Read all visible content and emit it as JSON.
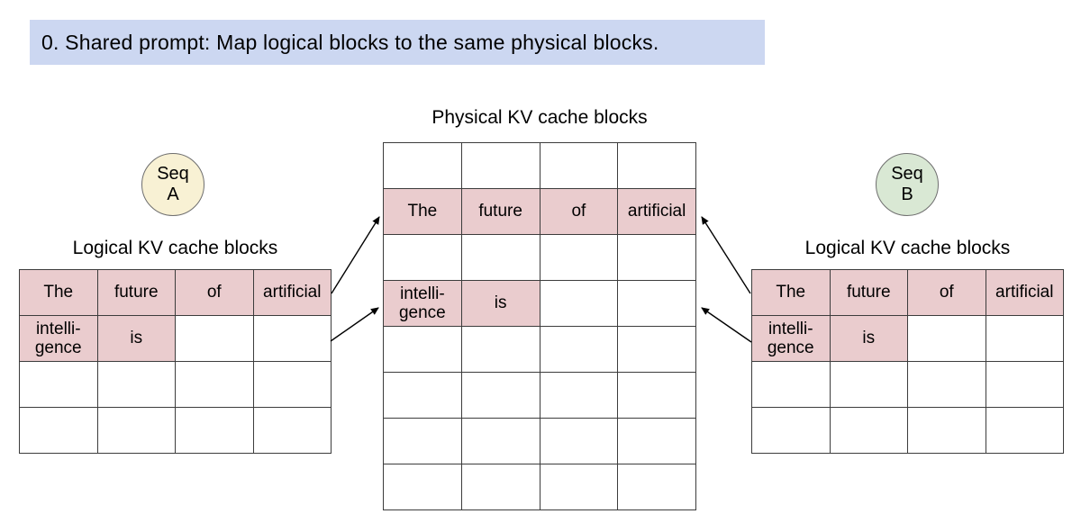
{
  "banner": {
    "text": "0. Shared prompt: Map logical blocks to the same physical blocks."
  },
  "seq_a": {
    "line1": "Seq",
    "line2": "A"
  },
  "seq_b": {
    "line1": "Seq",
    "line2": "B"
  },
  "left_logical": {
    "title": "Logical KV cache blocks",
    "cells": [
      [
        {
          "text": "The",
          "pink": true
        },
        {
          "text": "future",
          "pink": true
        },
        {
          "text": "of",
          "pink": true
        },
        {
          "text": "artificial",
          "pink": true
        }
      ],
      [
        {
          "text": "intelli-\ngence",
          "pink": true
        },
        {
          "text": "is",
          "pink": true
        },
        {
          "text": "",
          "pink": false
        },
        {
          "text": "",
          "pink": false
        }
      ],
      [
        {
          "text": "",
          "pink": false
        },
        {
          "text": "",
          "pink": false
        },
        {
          "text": "",
          "pink": false
        },
        {
          "text": "",
          "pink": false
        }
      ],
      [
        {
          "text": "",
          "pink": false
        },
        {
          "text": "",
          "pink": false
        },
        {
          "text": "",
          "pink": false
        },
        {
          "text": "",
          "pink": false
        }
      ]
    ]
  },
  "physical": {
    "title": "Physical KV cache blocks",
    "cells": [
      [
        {
          "text": "",
          "pink": false
        },
        {
          "text": "",
          "pink": false
        },
        {
          "text": "",
          "pink": false
        },
        {
          "text": "",
          "pink": false
        }
      ],
      [
        {
          "text": "The",
          "pink": true
        },
        {
          "text": "future",
          "pink": true
        },
        {
          "text": "of",
          "pink": true
        },
        {
          "text": "artificial",
          "pink": true
        }
      ],
      [
        {
          "text": "",
          "pink": false
        },
        {
          "text": "",
          "pink": false
        },
        {
          "text": "",
          "pink": false
        },
        {
          "text": "",
          "pink": false
        }
      ],
      [
        {
          "text": "intelli-\ngence",
          "pink": true
        },
        {
          "text": "is",
          "pink": true
        },
        {
          "text": "",
          "pink": false
        },
        {
          "text": "",
          "pink": false
        }
      ],
      [
        {
          "text": "",
          "pink": false
        },
        {
          "text": "",
          "pink": false
        },
        {
          "text": "",
          "pink": false
        },
        {
          "text": "",
          "pink": false
        }
      ],
      [
        {
          "text": "",
          "pink": false
        },
        {
          "text": "",
          "pink": false
        },
        {
          "text": "",
          "pink": false
        },
        {
          "text": "",
          "pink": false
        }
      ],
      [
        {
          "text": "",
          "pink": false
        },
        {
          "text": "",
          "pink": false
        },
        {
          "text": "",
          "pink": false
        },
        {
          "text": "",
          "pink": false
        }
      ],
      [
        {
          "text": "",
          "pink": false
        },
        {
          "text": "",
          "pink": false
        },
        {
          "text": "",
          "pink": false
        },
        {
          "text": "",
          "pink": false
        }
      ]
    ]
  },
  "right_logical": {
    "title": "Logical KV cache blocks",
    "cells": [
      [
        {
          "text": "The",
          "pink": true
        },
        {
          "text": "future",
          "pink": true
        },
        {
          "text": "of",
          "pink": true
        },
        {
          "text": "artificial",
          "pink": true
        }
      ],
      [
        {
          "text": "intelli-\ngence",
          "pink": true
        },
        {
          "text": "is",
          "pink": true
        },
        {
          "text": "",
          "pink": false
        },
        {
          "text": "",
          "pink": false
        }
      ],
      [
        {
          "text": "",
          "pink": false
        },
        {
          "text": "",
          "pink": false
        },
        {
          "text": "",
          "pink": false
        },
        {
          "text": "",
          "pink": false
        }
      ],
      [
        {
          "text": "",
          "pink": false
        },
        {
          "text": "",
          "pink": false
        },
        {
          "text": "",
          "pink": false
        },
        {
          "text": "",
          "pink": false
        }
      ]
    ]
  },
  "colors": {
    "banner_bg": "#ccd7f1",
    "cell_pink": "#eaccce",
    "seq_a_bg": "#f8f1d4",
    "seq_b_bg": "#d9e8d4",
    "line": "#3c3c3c"
  }
}
